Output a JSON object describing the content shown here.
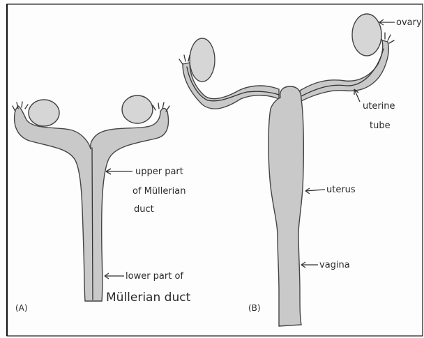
{
  "panel_a": {
    "tag": "(A)",
    "label_upper": [
      "upper part",
      "of Müllerian",
      "duct"
    ],
    "label_lower": [
      "lower part of",
      "Müllerian duct"
    ]
  },
  "panel_b": {
    "tag": "(B)",
    "label_ovary": "ovary",
    "label_tube": [
      "uterine",
      "tube"
    ],
    "label_uterus": "uterus",
    "label_vagina": "vagina"
  },
  "colors": {
    "fill": "#c9c9c9",
    "ink": "#333333",
    "background": "#fdfdfd"
  }
}
